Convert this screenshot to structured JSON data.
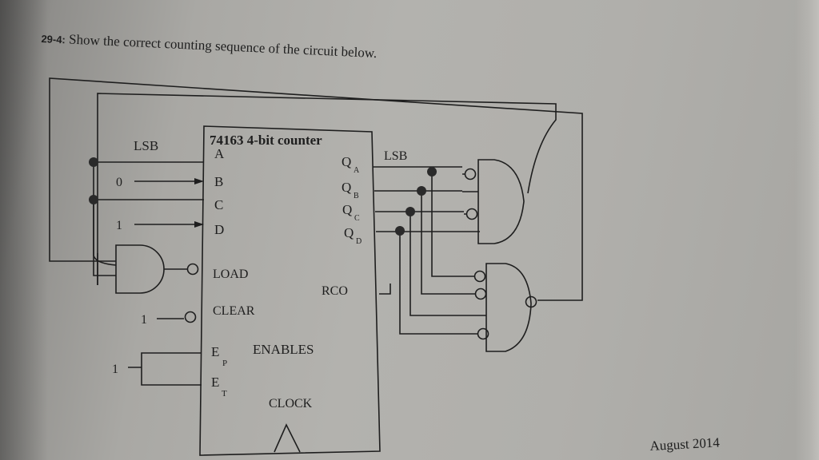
{
  "question": {
    "number": "29-4:",
    "text": "Show the correct counting sequence of the circuit below."
  },
  "counter": {
    "title": "74163 4-bit counter",
    "inputs": [
      "A",
      "B",
      "C",
      "D"
    ],
    "outputs": [
      "Q",
      "Q",
      "Q",
      "Q"
    ],
    "output_subscripts": [
      "A",
      "B",
      "C",
      "D"
    ],
    "load": "LOAD",
    "clear": "CLEAR",
    "rco": "RCO",
    "enable_p": "E",
    "enable_p_sub": "P",
    "enable_t": "E",
    "enable_t_sub": "T",
    "enables": "ENABLES",
    "clock": "CLOCK"
  },
  "labels": {
    "lsb_left": "LSB",
    "lsb_right": "LSB",
    "b_value": "0",
    "d_value": "1",
    "clear_value": "1",
    "enable_value": "1"
  },
  "footer": "August 2014"
}
